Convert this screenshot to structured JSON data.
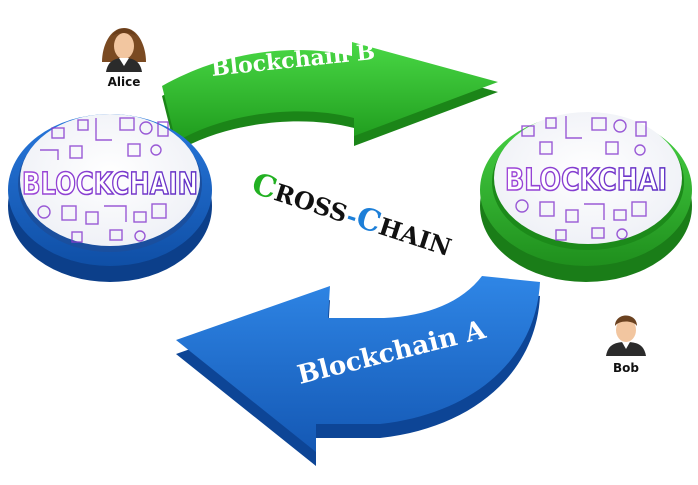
{
  "diagram": {
    "center": {
      "line1_initial": "C",
      "line1_rest": "ROSS",
      "dash": "-",
      "line2_initial": "C",
      "line2_rest": "HAIN"
    },
    "arrows": {
      "top": {
        "label": "Blockchain B"
      },
      "bottom": {
        "label": "Blockchain A"
      }
    },
    "disks": {
      "left": {
        "word": "BLOCKCHAIN"
      },
      "right": {
        "word": "BLOCKCHAI"
      }
    },
    "users": {
      "alice": {
        "label": "Alice"
      },
      "bob": {
        "label": "Bob"
      }
    }
  },
  "colors": {
    "green_arrow": "#2fc12a",
    "green_arrow_dark": "#1e8f1c",
    "blue_arrow": "#1f74d4",
    "blue_arrow_dark": "#0e4c9c",
    "left_disk_ring": "#1a62c6",
    "right_disk_ring": "#2fbd2c",
    "cross_c_green": "#22b022",
    "cross_c_blue": "#1d7fd8",
    "disk_icons": "#8a3fd0"
  }
}
